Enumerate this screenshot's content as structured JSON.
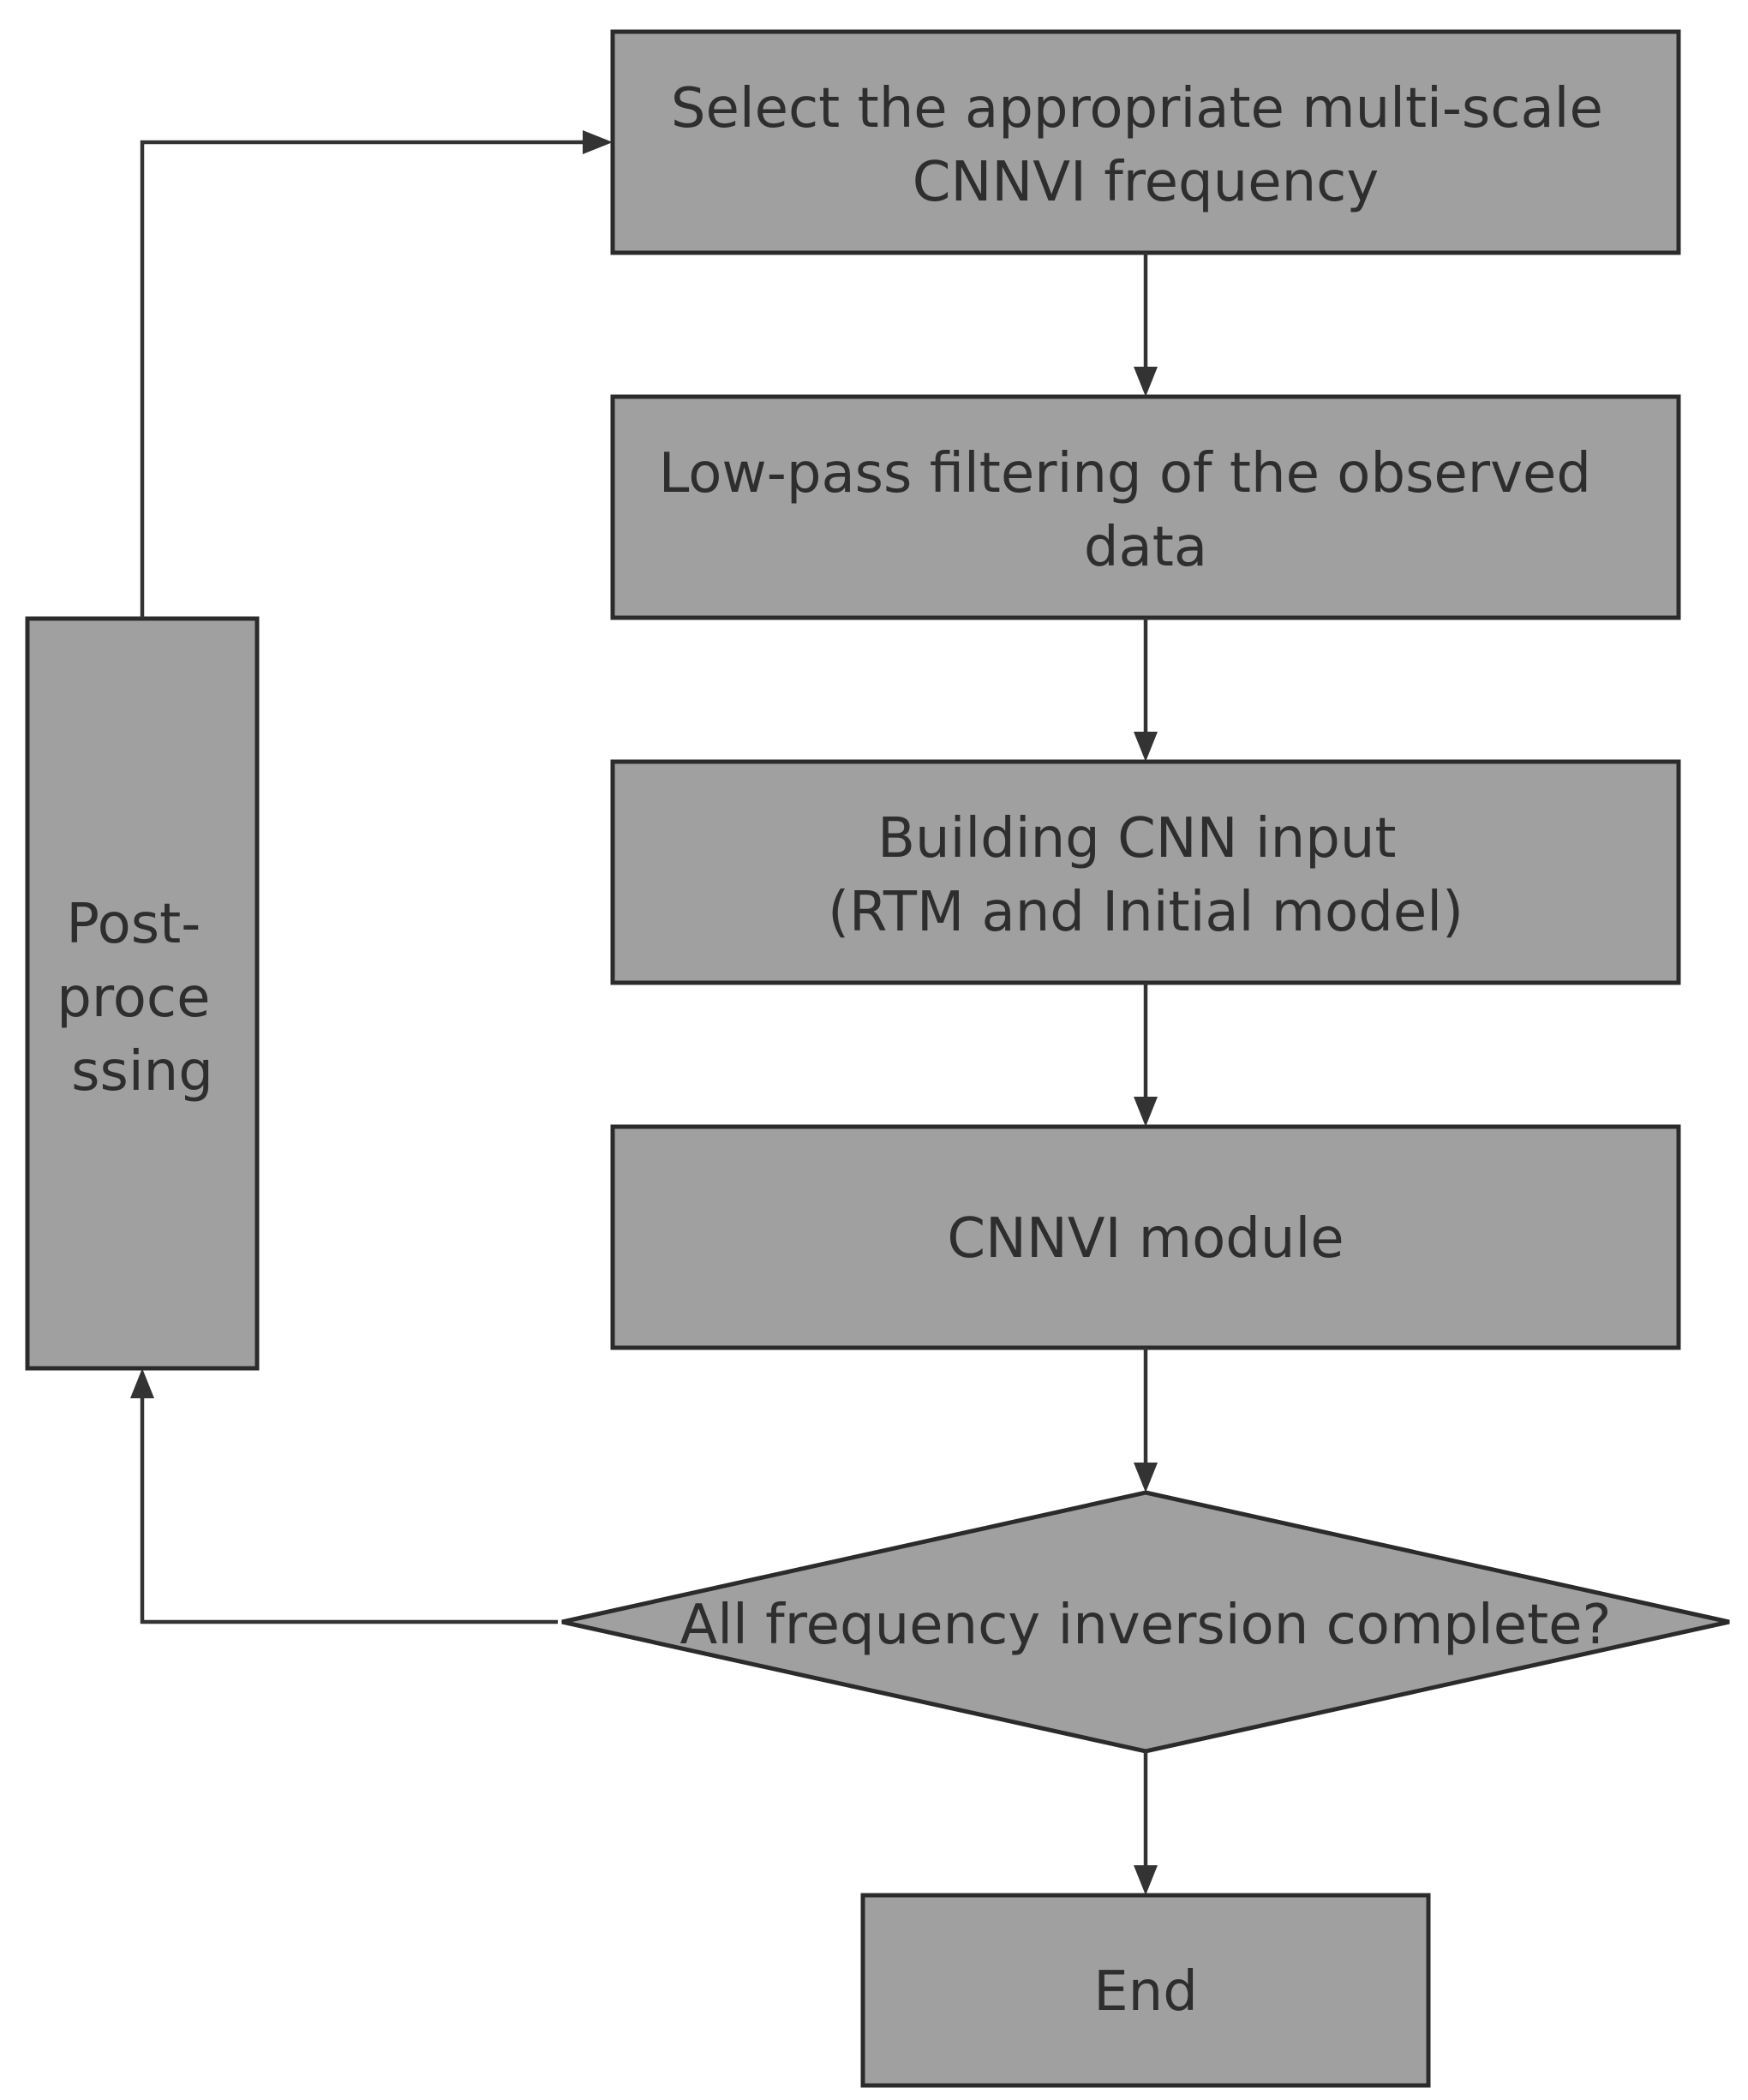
{
  "nodes": {
    "select_frequency": {
      "lines": [
        "Select the appropriate multi-scale",
        "CNNVI frequency"
      ]
    },
    "low_pass": {
      "lines": [
        "Low-pass filtering of the observed",
        "data"
      ]
    },
    "build_input": {
      "lines": [
        "Building CNN input",
        "(RTM and Initial model)"
      ]
    },
    "cnnvi_module": {
      "lines": [
        "CNNVI module"
      ]
    },
    "decision": {
      "lines": [
        "All frequency inversion complete?"
      ]
    },
    "end": {
      "lines": [
        "End"
      ]
    },
    "post_processing": {
      "lines": [
        "Post-",
        "proce",
        "ssing"
      ]
    }
  },
  "colors": {
    "node_fill": "#a0a0a0",
    "node_stroke": "#2b2b2b",
    "edge": "#333333",
    "text": "#2e2e2e",
    "background": "#ffffff"
  }
}
